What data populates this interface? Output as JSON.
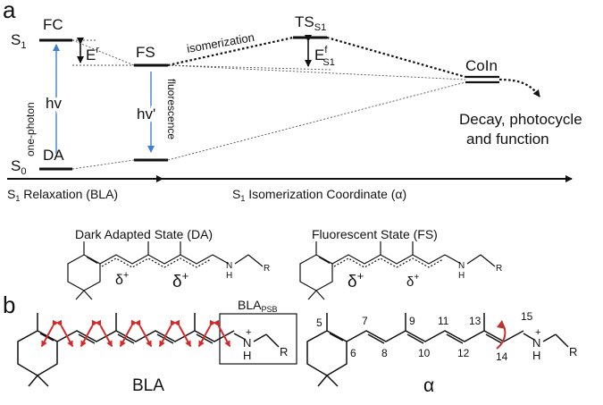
{
  "panel_a": {
    "panel_label": "a",
    "states": {
      "s1": "S",
      "s1_sub": "1",
      "s0": "S",
      "s0_sub": "0",
      "fc": "FC",
      "fs": "FS",
      "da": "DA",
      "ts": "TS",
      "ts_sub": "S1",
      "coin": "CoIn"
    },
    "energies": {
      "er": "E",
      "er_sup": "r",
      "ef": "E",
      "ef_sup": "f",
      "ef_sub": "S1"
    },
    "transitions": {
      "one_photon": "one-photon",
      "hv": "hv",
      "hv_prime": "hv'",
      "fluorescence": "fluorescence",
      "isomerization": "isomerization"
    },
    "outcome": {
      "line1": "Decay, photocycle",
      "line2": "and function"
    },
    "axis": {
      "relax_pre": "S",
      "relax_sub": "1",
      "relax_post": " Relaxation (BLA)",
      "iso_pre": "S",
      "iso_sub": "1",
      "iso_post": " Isomerization Coordinate (α)"
    },
    "structures": {
      "dark_title": "Dark Adapted State (DA)",
      "fluor_title": "Fluorescent State (FS)",
      "delta": "δ",
      "delta_sup": "+",
      "nh": "N",
      "h": "H",
      "r": "R"
    },
    "colors": {
      "ink": "#111111",
      "hv_arrow": "#3f7fd0"
    }
  },
  "panel_b": {
    "panel_label": "b",
    "left_label": "BLA",
    "box_label": "BLA",
    "box_sub": "PSB",
    "right_label": "α",
    "plus": "+",
    "n": "N",
    "h": "H",
    "r": "R",
    "atom_numbers": [
      "5",
      "6",
      "7",
      "8",
      "9",
      "10",
      "11",
      "12",
      "13",
      "14",
      "15"
    ],
    "colors": {
      "bond_arrows": "#d42a2a",
      "rotation_arrow": "#c0302f"
    }
  }
}
